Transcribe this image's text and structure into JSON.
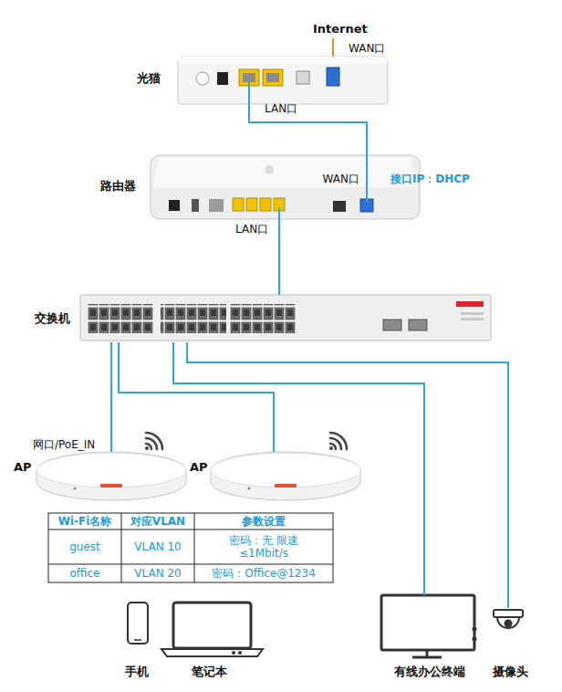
{
  "diagram": {
    "nodes": [
      {
        "text": [
          "光猫"
        ]
      },
      {
        "text": [
          "路由器"
        ]
      },
      {
        "text": [
          "交换机"
        ]
      },
      {
        "text": [
          "AP"
        ]
      },
      {
        "text": [
          "AP"
        ]
      },
      {
        "text": [
          "有线办公终端"
        ]
      },
      {
        "text": [
          "摄像头"
        ]
      },
      {
        "text": [
          "手机"
        ]
      },
      {
        "text": [
          "笔记本"
        ]
      }
    ],
    "edges": [
      {
        "from": 0,
        "to": 1,
        "arrow": "none"
      },
      {
        "from": 1,
        "to": 2,
        "arrow": "none"
      },
      {
        "from": 2,
        "to": 3,
        "arrow": "none"
      },
      {
        "from": 2,
        "to": 4,
        "arrow": "none"
      },
      {
        "from": 2,
        "to": 5,
        "arrow": "none"
      },
      {
        "from": 2,
        "to": 6,
        "arrow": "none"
      }
    ],
    "labels": [
      "Internet",
      "WAN口",
      "LAN口",
      "WAN口",
      "接口IP：DHCP",
      "LAN口",
      "网口/PoE_IN",
      "Wi-Fi名称",
      "对应VLAN",
      "参数设置",
      "guest",
      "VLAN 10",
      "密码：无 限速≤1Mbit/s",
      "office",
      "VLAN 20",
      "密码：Office@1234"
    ]
  }
}
